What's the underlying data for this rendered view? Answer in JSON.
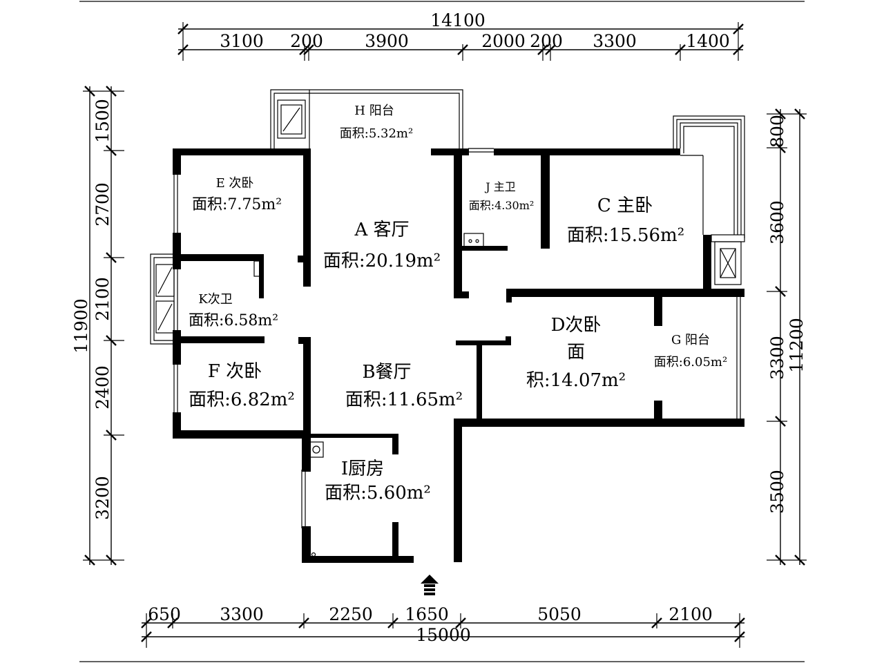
{
  "top_dims": {
    "overall": "14100",
    "segments": [
      "3100",
      "200",
      "3900",
      "2000",
      "200",
      "3300",
      "1400"
    ]
  },
  "bottom_dims": {
    "overall": "15000",
    "segments": [
      "650",
      "3300",
      "2250",
      "1650",
      "5050",
      "2100"
    ]
  },
  "left_dims": {
    "overall": "11900",
    "segments": [
      "1500",
      "2700",
      "2100",
      "2400",
      "3200"
    ]
  },
  "right_dims": {
    "overall": "11200",
    "segments": [
      "800",
      "3600",
      "3300",
      "3500"
    ]
  },
  "rooms": {
    "balcony_h": {
      "name": "H 阳台",
      "area": "面积:5.32m²"
    },
    "bedroom_e": {
      "name": "E 次卧",
      "area": "面积:7.75m²"
    },
    "living_a": {
      "name": "A 客厅",
      "area": "面积:20.19m²"
    },
    "bath_j": {
      "name": "J 主卫",
      "area": "面积:4.30m²"
    },
    "master_c": {
      "name": "C 主卧",
      "area": "面积:15.56m²"
    },
    "bath_k": {
      "name": "K次卫",
      "area": "面积:6.58m²"
    },
    "bedroom_d": {
      "name": "D次卧",
      "area_line1": "面",
      "area_line2": "积:14.07m²"
    },
    "balcony_g": {
      "name": "G 阳台",
      "area": "面积:6.05m²"
    },
    "bedroom_f": {
      "name": "F 次卧",
      "area": "面积:6.82m²"
    },
    "dining_b": {
      "name": "B餐厅",
      "area": "面积:11.65m²"
    },
    "kitchen_i": {
      "name": "I厨房",
      "area": "面积:5.60m²"
    }
  },
  "icons": {
    "entrance": "entrance-arrow-icon"
  }
}
